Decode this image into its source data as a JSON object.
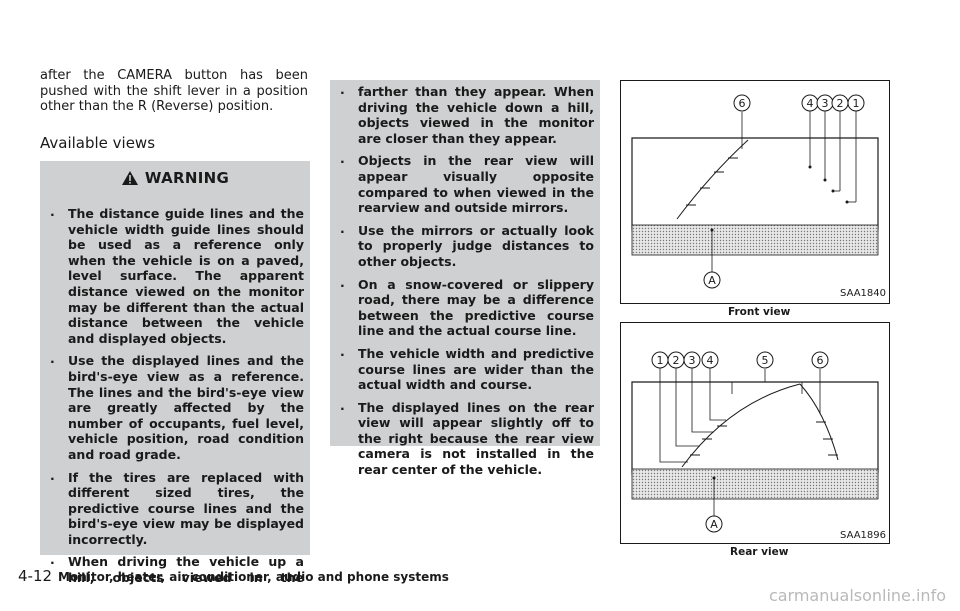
{
  "intro": "after the CAMERA button has been pushed with the shift lever in a position other than the R (Reverse) position.",
  "heading": "Available views",
  "warning": {
    "title": "WARNING",
    "items_col1": [
      "The distance guide lines and the vehicle width guide lines should be used as a reference only when the vehicle is on a paved, level surface. The apparent distance viewed on the monitor may be different than the actual distance between the vehicle and displayed objects.",
      "Use the displayed lines and the bird's-eye view as a reference. The lines and the bird's-eye view are greatly affected by the number of occupants, fuel level, vehicle position, road condition and road grade.",
      "If the tires are replaced with different sized tires, the predictive course lines and the bird's-eye view may be displayed incorrectly.",
      "When driving the vehicle up a hill, objects viewed in the monitor are farther than they appear. When driving the vehicle down a hill, objects viewed in the monitor are closer than they appear."
    ],
    "items_col2": [
      "Objects in the rear view will appear visually opposite compared to when viewed in the rearview and outside mirrors.",
      "Use the mirrors or actually look to properly judge distances to other objects.",
      "On a snow-covered or slippery road, there may be a difference between the predictive course line and the actual course line.",
      "The vehicle width and predictive course lines are wider than the actual width and course.",
      "The displayed lines on the rear view will appear slightly off to the right because the rear view camera is not installed in the rear center of the vehicle."
    ]
  },
  "figures": {
    "front": {
      "code": "SAA1840",
      "caption": "Front view",
      "callouts": [
        "6",
        "4",
        "3",
        "2",
        "1",
        "A"
      ]
    },
    "rear": {
      "code": "SAA1896",
      "caption": "Rear view",
      "callouts": [
        "1",
        "2",
        "3",
        "4",
        "5",
        "6",
        "A"
      ]
    }
  },
  "footer": {
    "page": "4-12",
    "section": "Monitor, heater, air conditioner, audio and phone systems"
  },
  "watermark": "carmanualsonline.info"
}
